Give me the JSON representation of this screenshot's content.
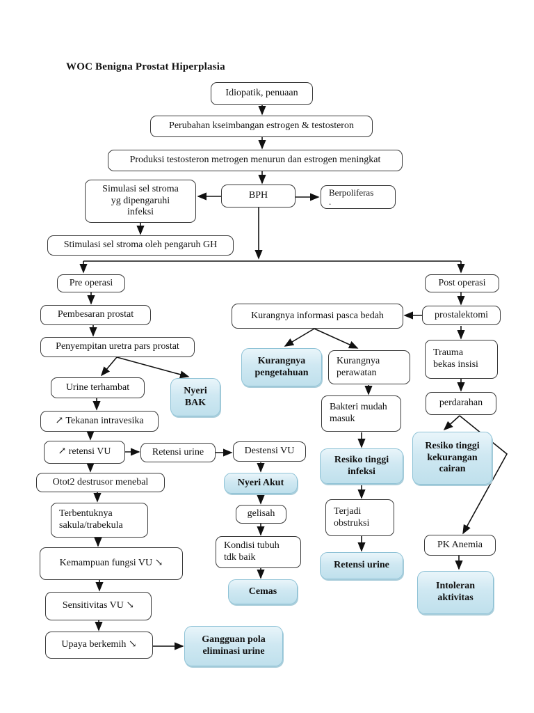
{
  "page": {
    "title": "WOC Benigna Prostat Hiperplasia"
  },
  "colors": {
    "box_border": "#383838",
    "blue_fill_top": "#e9f5fa",
    "blue_fill_bottom": "#bfe0ec",
    "blue_border": "#8ec2d6",
    "arrow": "#111111"
  },
  "icons": {
    "increase_arrow": "↗",
    "decrease_arrow": "↘"
  },
  "nodes": {
    "idiopatik": "Idiopatik, penuaan",
    "perubahan": "Perubahan kseimbangan estrogen & testosteron",
    "produksi": "Produksi testosteron metrogen menurun dan estrogen meningkat",
    "simulasi": "Simulasi sel stroma\nyg dipengaruhi\ninfeksi",
    "bph": "BPH",
    "berpoliferas": "Berpoliferas\n.",
    "stimulasi": "Stimulasi sel stroma oleh pengaruh GH",
    "pre_operasi": "Pre operasi",
    "post_operasi": "Post operasi",
    "pembesaran": "Pembesaran prostat",
    "kurangnya_informasi": "Kurangnya informasi pasca bedah",
    "prostalektomi": "prostalektomi",
    "penyempitan": "Penyempitan uretra pars prostat",
    "kurangnya_pengetahuan": "Kurangnya\npengetahuan",
    "kurangnya_perawatan": "Kurangnya\nperawatan",
    "trauma": "Trauma\nbekas insisi",
    "urine_terhambat": "Urine terhambat",
    "nyeri_bak": "Nyeri\nBAK",
    "bakteri": "Bakteri mudah\nmasuk",
    "perdarahan": "perdarahan",
    "tekanan": "↗ Tekanan intravesika",
    "retensi_vu": "↗ retensi VU",
    "retensi_urine1": "Retensi urine",
    "destensi": "Destensi VU",
    "resiko_infeksi": "Resiko tinggi\ninfeksi",
    "resiko_cairan": "Resiko tinggi\nkekurangan\ncairan",
    "otot2": "Otot2 destrusor menebal",
    "nyeri_akut": "Nyeri Akut",
    "gelisah": "gelisah",
    "terjadi": "Terjadi\nobstruksi",
    "terbentuknya": "Terbentuknya\nsakula/trabekula",
    "pk_anemia": "PK Anemia",
    "kemampuan": "Kemampuan fungsi VU  ↘",
    "kondisi": "Kondisi tubuh\ntdk baik",
    "retensi_urine2": "Retensi urine",
    "cemas": "Cemas",
    "intoleran": "Intoleran\naktivitas",
    "sensitivitas": "Sensitivitas VU  ↘",
    "upaya": "Upaya berkemih  ↘",
    "gangguan": "Gangguan pola\neliminasi urine"
  }
}
